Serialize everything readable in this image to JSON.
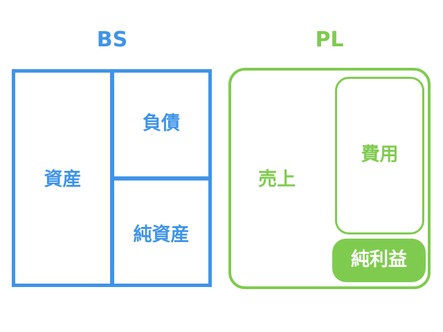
{
  "bs": {
    "title": "BS",
    "assets": "資産",
    "liabilities": "負債",
    "net_assets": "純資産",
    "color": "#3f94e8"
  },
  "pl": {
    "title": "PL",
    "sales": "売上",
    "expenses": "費用",
    "net_income": "純利益",
    "color": "#7fcb4f"
  }
}
